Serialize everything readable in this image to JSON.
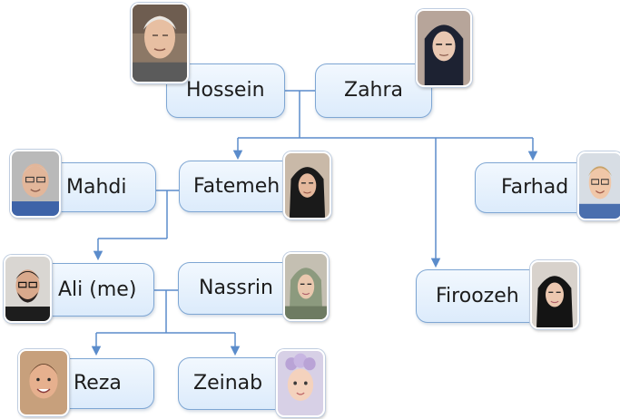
{
  "people": {
    "hossein": {
      "name": "Hossein",
      "photo": "elderly-man-portrait-icon"
    },
    "zahra": {
      "name": "Zahra",
      "photo": "elderly-woman-hijab-portrait-icon"
    },
    "mahdi": {
      "name": "Mahdi",
      "photo": "gray-haired-man-glasses-portrait-icon"
    },
    "fatemeh": {
      "name": "Fatemeh",
      "photo": "woman-hijab-portrait-icon"
    },
    "farhad": {
      "name": "Farhad",
      "photo": "blond-man-glasses-portrait-icon"
    },
    "ali": {
      "name": "Ali (me)",
      "photo": "man-glasses-beard-portrait-icon"
    },
    "nassrin": {
      "name": "Nassrin",
      "photo": "woman-hijab-portrait-icon"
    },
    "firoozeh": {
      "name": "Firoozeh",
      "photo": "woman-hijab-portrait-icon"
    },
    "reza": {
      "name": "Reza",
      "photo": "boy-portrait-icon"
    },
    "zeinab": {
      "name": "Zeinab",
      "photo": "baby-portrait-icon"
    }
  },
  "relations": [
    {
      "type": "couple",
      "partners": [
        "hossein",
        "zahra"
      ],
      "children": [
        "fatemeh",
        "farhad",
        "firoozeh"
      ]
    },
    {
      "type": "couple",
      "partners": [
        "mahdi",
        "fatemeh"
      ],
      "children": [
        "ali"
      ]
    },
    {
      "type": "couple",
      "partners": [
        "ali",
        "nassrin"
      ],
      "children": [
        "reza",
        "zeinab"
      ]
    }
  ],
  "colors": {
    "node_fill_top": "#f2f8fe",
    "node_fill_bottom": "#dcebfb",
    "node_border": "#7ea6d3",
    "connector": "#5b8ccb"
  }
}
